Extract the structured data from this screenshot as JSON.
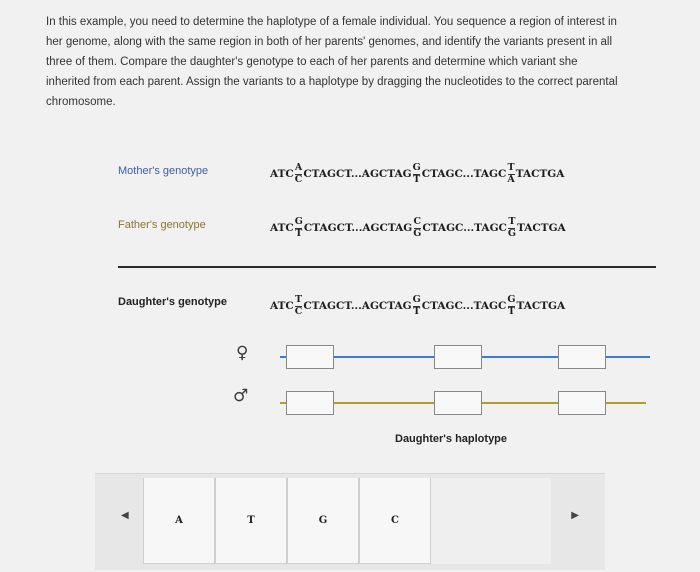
{
  "intro": {
    "lines": [
      "In this example, you need to determine the haplotype of a female individual. You sequence a region of interest in",
      "her genome, along with the same region in both of her parents' genomes, and identify the variants present in all",
      "three of them. Compare the daughter's genotype to each of her parents and determine which variant she",
      "inherited from each parent. Assign the variants to a haplotype by dragging the nucleotides to the correct parental",
      "chromosome."
    ]
  },
  "genotypes": {
    "mother": {
      "label": "Mother's genotype",
      "seg1": "ATC",
      "var1_top": "A",
      "var1_bot": "C",
      "seg2": "CTAGCT...AGCTAG",
      "var2_top": "G",
      "var2_bot": "T",
      "seg3": "CTAGC...TAGC",
      "var3_top": "T",
      "var3_bot": "A",
      "seg4": "TACTGA"
    },
    "father": {
      "label": "Father's genotype",
      "seg1": "ATC",
      "var1_top": "G",
      "var1_bot": "T",
      "seg2": "CTAGCT...AGCTAG",
      "var2_top": "C",
      "var2_bot": "G",
      "seg3": "CTAGC...TAGC",
      "var3_top": "T",
      "var3_bot": "G",
      "seg4": "TACTGA"
    },
    "daughter": {
      "label": "Daughter's genotype",
      "seg1": "ATC",
      "var1_top": "T",
      "var1_bot": "C",
      "seg2": "CTAGCT...AGCTAG",
      "var2_top": "G",
      "var2_bot": "T",
      "seg3": "CTAGC...TAGC",
      "var3_top": "G",
      "var3_bot": "T",
      "seg4": "TACTGA"
    }
  },
  "haplotype": {
    "female_symbol": "♀",
    "male_symbol": "♂",
    "label": "Daughter's haplotype",
    "female_color": "#3a7cd6",
    "male_color": "#b59b2e"
  },
  "palette": {
    "left_arrow": "◀",
    "right_arrow": "▶",
    "tiles": [
      "A",
      "T",
      "G",
      "C"
    ]
  }
}
